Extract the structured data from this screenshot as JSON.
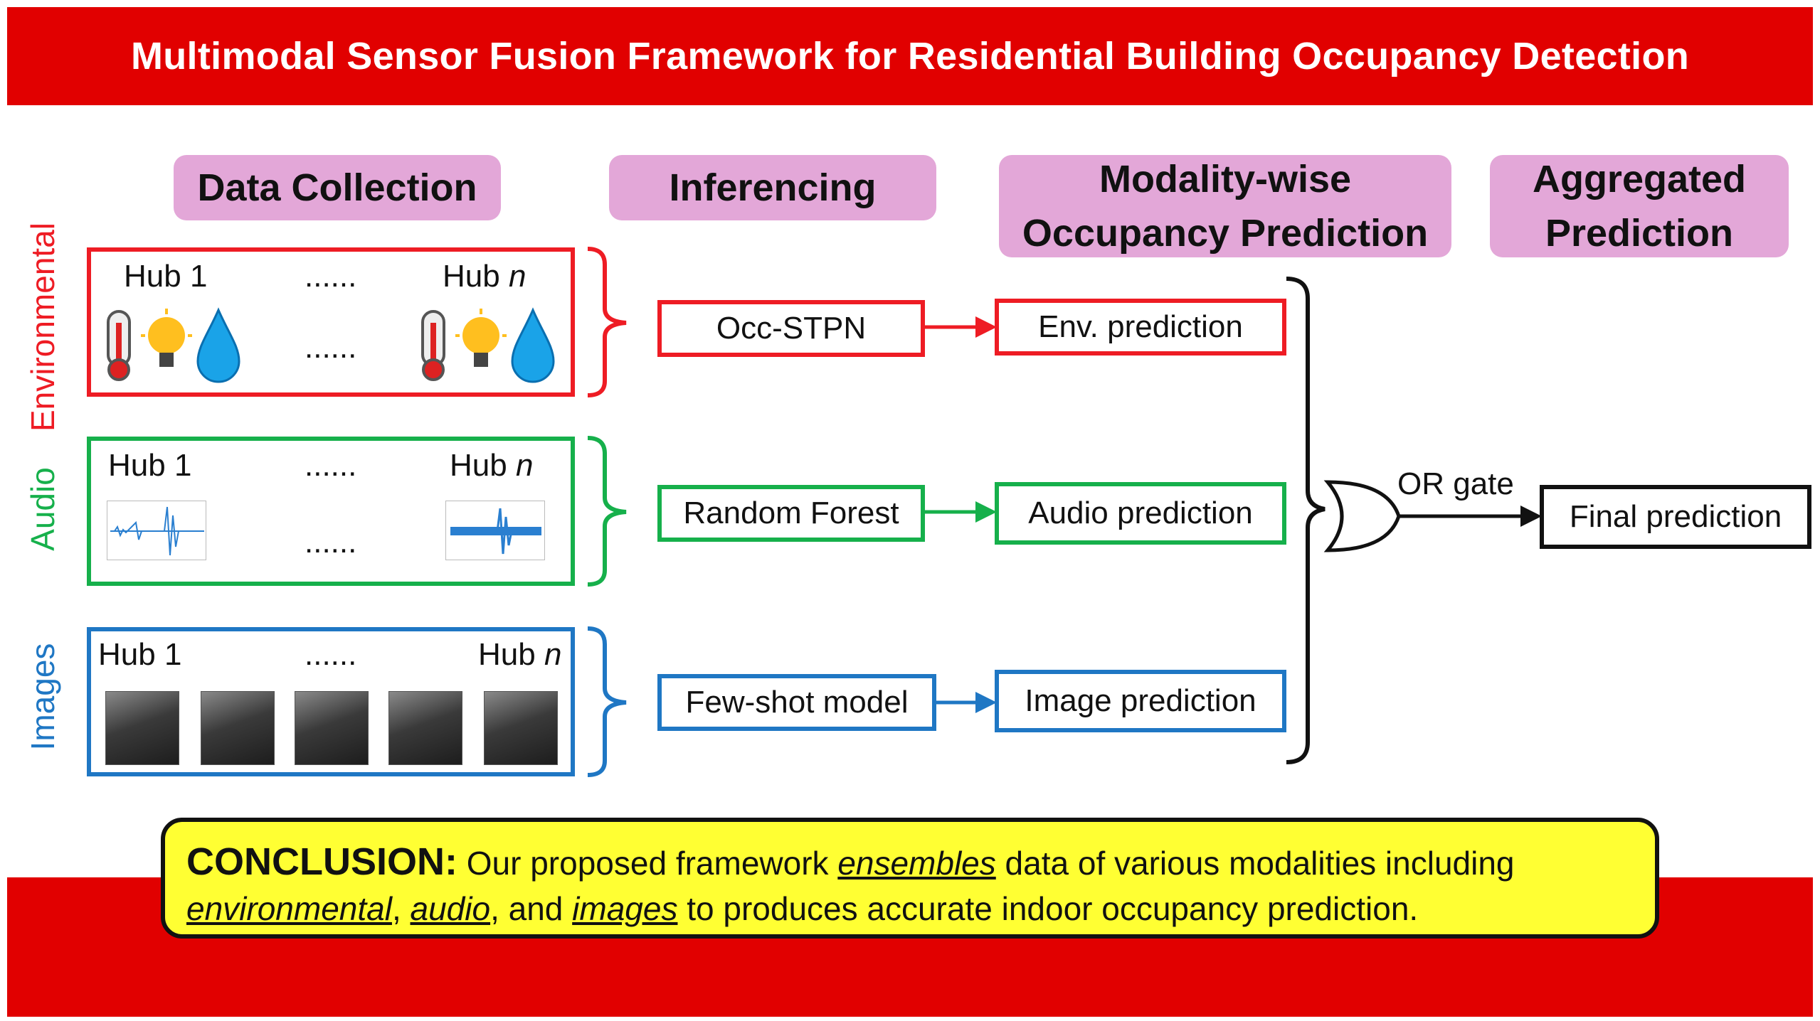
{
  "title": "Multimodal Sensor Fusion Framework for Residential Building Occupancy Detection",
  "stages": {
    "collection": "Data Collection",
    "inferencing": "Inferencing",
    "modality_line1": "Modality-wise",
    "modality_line2": "Occupancy Prediction",
    "aggregated_line1": "Aggregated",
    "aggregated_line2": "Prediction"
  },
  "modalities": {
    "environmental": {
      "label": "Environmental",
      "hub_first": "Hub 1",
      "hub_last_prefix": "Hub ",
      "hub_last_var": "n",
      "ellipsis": "......",
      "model": "Occ-STPN",
      "prediction": "Env. prediction",
      "color": "#ee1c24"
    },
    "audio": {
      "label": "Audio",
      "hub_first": "Hub 1",
      "hub_last_prefix": "Hub ",
      "hub_last_var": "n",
      "ellipsis": "......",
      "model": "Random Forest",
      "prediction": "Audio prediction",
      "color": "#16b04b"
    },
    "images": {
      "label": "Images",
      "hub_first": "Hub 1",
      "hub_last_prefix": "Hub ",
      "hub_last_var": "n",
      "ellipsis": "......",
      "model": "Few-shot model",
      "prediction": "Image prediction",
      "color": "#1f77c4"
    }
  },
  "gate": {
    "label": "OR gate",
    "output": "Final prediction"
  },
  "conclusion": {
    "heading": "CONCLUSION:",
    "t1": " Our proposed framework ",
    "e1": "ensembles",
    "t2": " data of various modalities including",
    "e2": "environmental",
    "t3": ", ",
    "e3": "audio",
    "t4": ", and ",
    "e4": "images",
    "t5": " to produces accurate indoor occupancy prediction."
  },
  "icons": {
    "thermometer": "thermometer-icon",
    "bulb": "light-bulb-icon",
    "drop": "water-drop-icon"
  },
  "colors": {
    "banner": "#e10000",
    "stage_box": "#e3a7d8",
    "conclusion_bg": "#ffff33"
  }
}
